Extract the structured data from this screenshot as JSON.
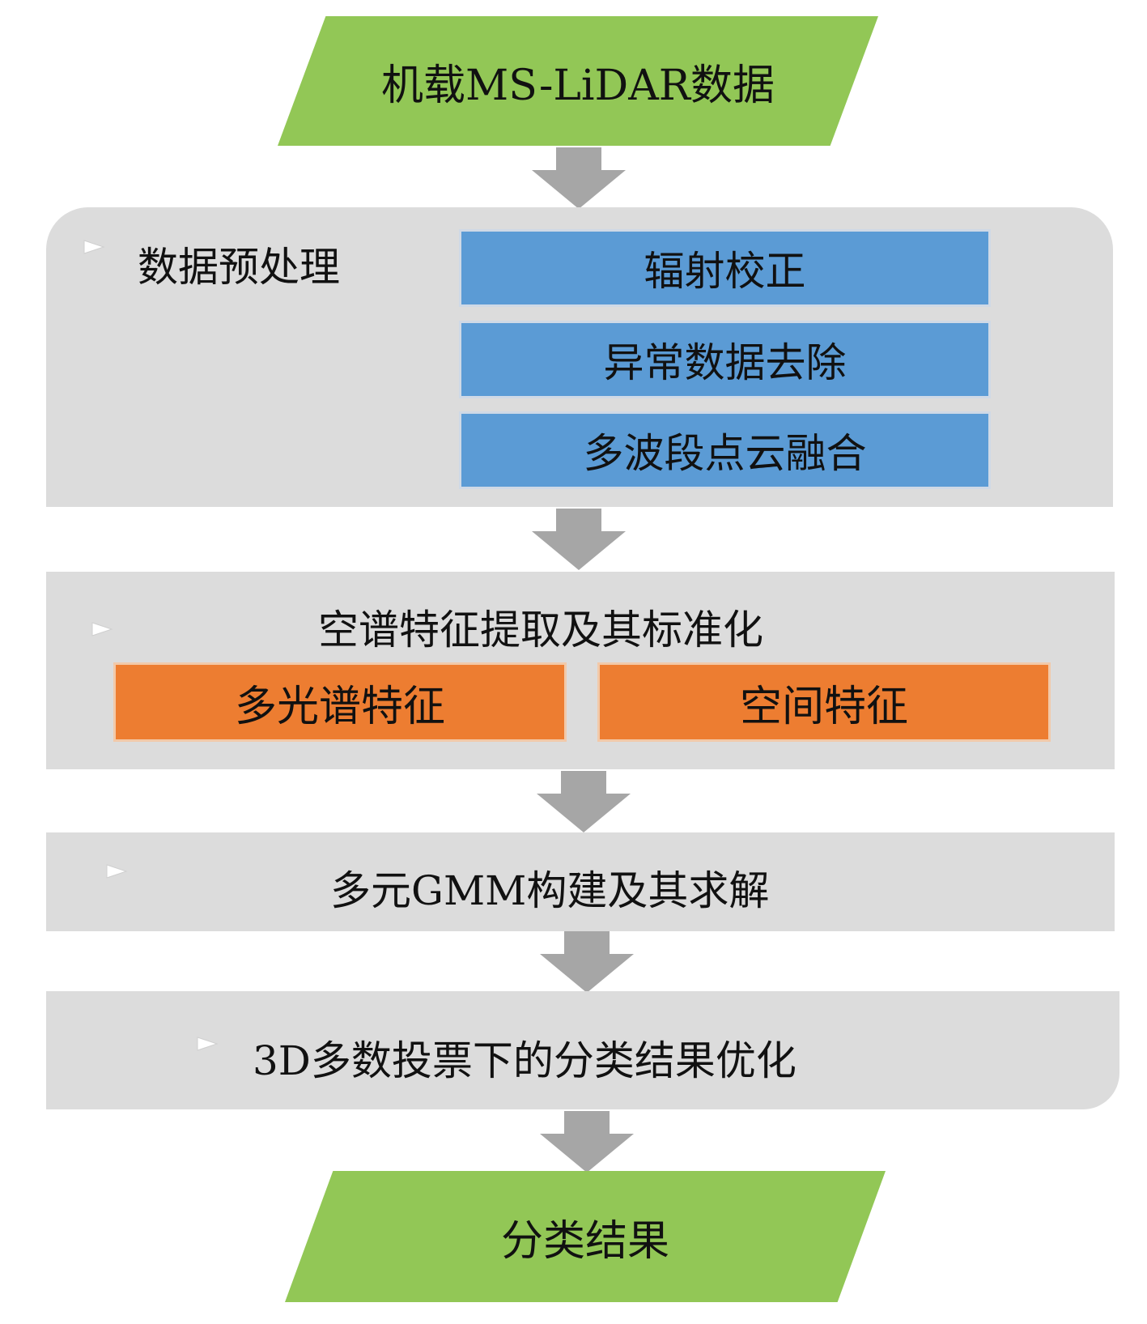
{
  "input": {
    "label": "机载MS-LiDAR数据"
  },
  "preprocess": {
    "label": "数据预处理",
    "steps": [
      "辐射校正",
      "异常数据去除",
      "多波段点云融合"
    ]
  },
  "features": {
    "label": "空谱特征提取及其标准化",
    "items": [
      "多光谱特征",
      "空间特征"
    ]
  },
  "gmm": {
    "label": "多元GMM构建及其求解"
  },
  "optimize": {
    "label": "3D多数投票下的分类结果优化"
  },
  "output": {
    "label": "分类结果"
  },
  "colors": {
    "io": "#92c756",
    "panel": "#dcdcdc",
    "step": "#5b9bd5",
    "feature": "#ed7d31",
    "arrow": "#a6a6a6"
  }
}
